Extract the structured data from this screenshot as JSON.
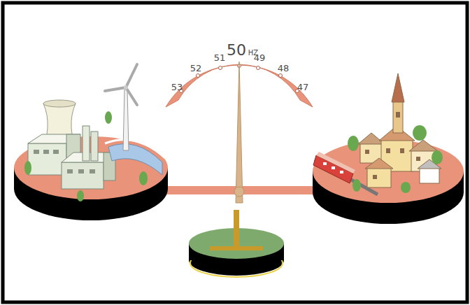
{
  "diagram": {
    "labels": [
      "53",
      "52",
      "51",
      "50",
      "HZ",
      "49",
      "48",
      "47"
    ]
  }
}
